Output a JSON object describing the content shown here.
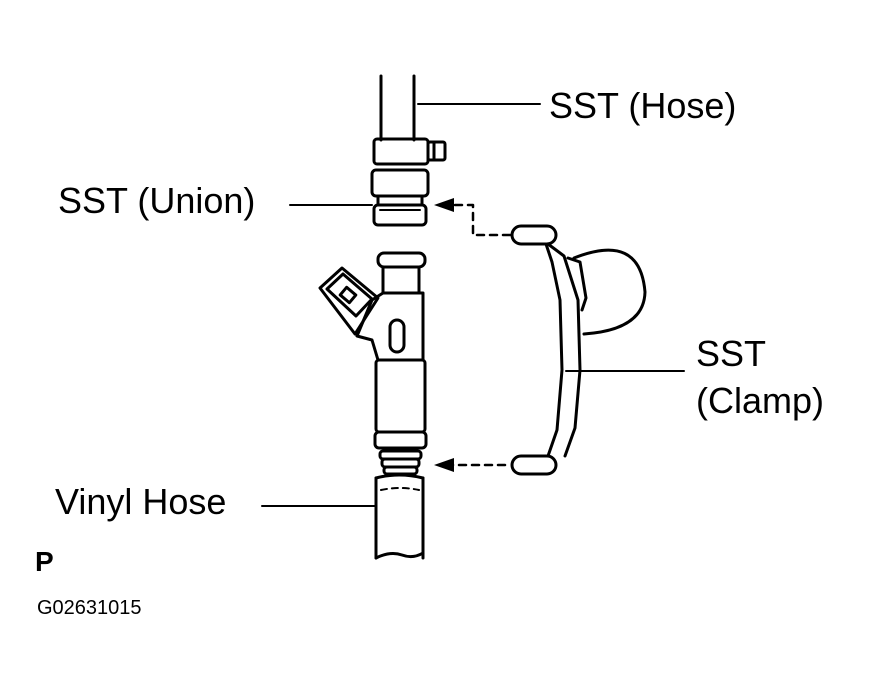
{
  "labels": {
    "sst_hose": "SST (Hose)",
    "sst_union": "SST (Union)",
    "sst_clamp_line1": "SST",
    "sst_clamp_line2": "(Clamp)",
    "vinyl_hose": "Vinyl Hose",
    "view_letter": "P",
    "figure_code": "G02631015"
  },
  "colors": {
    "ink": "#000000",
    "paper": "#ffffff"
  }
}
